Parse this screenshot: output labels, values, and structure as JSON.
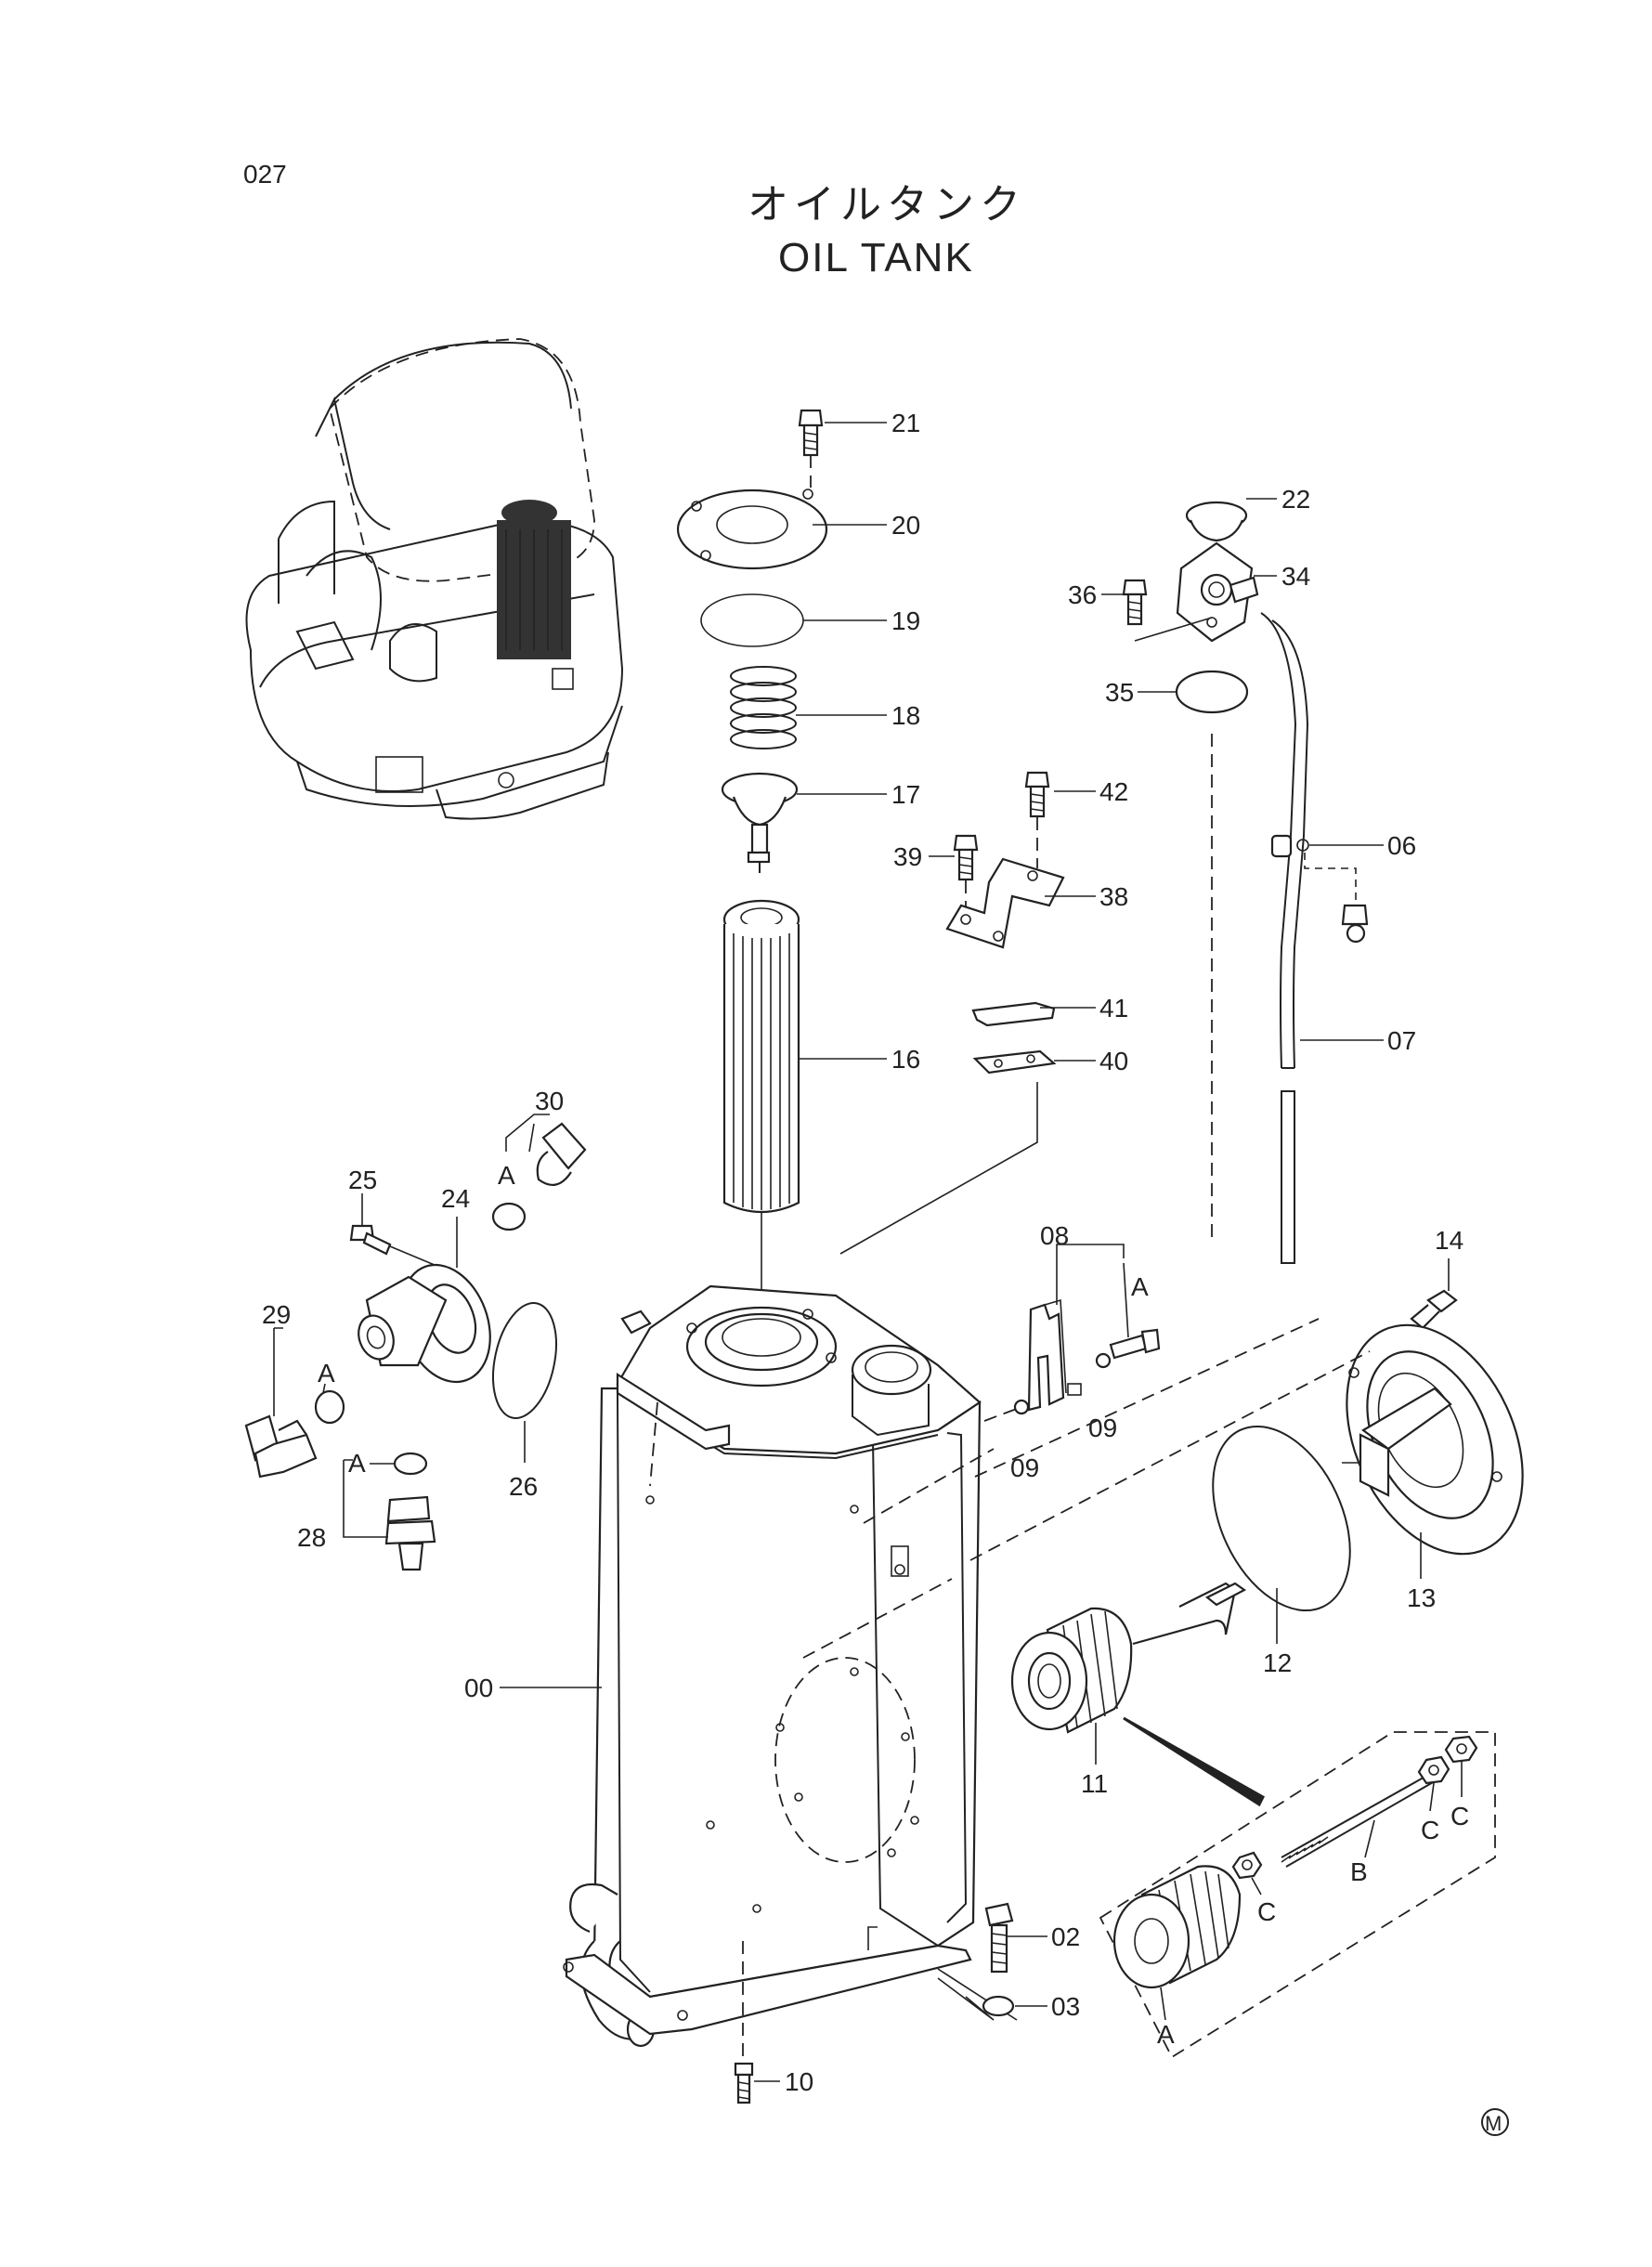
{
  "page": {
    "number": "027",
    "title_jp": "オイルタンク",
    "title_en": "OIL TANK",
    "mark": "M"
  },
  "labels": {
    "l00": "00",
    "l02": "02",
    "l03": "03",
    "l06": "06",
    "l07": "07",
    "l08": "08",
    "l09a": "09",
    "l09b": "09",
    "l10": "10",
    "l11": "11",
    "l12": "12",
    "l13": "13",
    "l14": "14",
    "l16": "16",
    "l17": "17",
    "l18": "18",
    "l19": "19",
    "l20": "20",
    "l21": "21",
    "l22": "22",
    "l24": "24",
    "l25": "25",
    "l26": "26",
    "l28": "28",
    "l29": "29",
    "l30": "30",
    "l34": "34",
    "l35": "35",
    "l36": "36",
    "l38": "38",
    "l39": "39",
    "l40": "40",
    "l41": "41",
    "l42": "42"
  },
  "letters": {
    "a30": "A",
    "a29": "A",
    "a28": "A",
    "a08": "A",
    "a_filter": "A",
    "b_rod": "B",
    "c1": "C",
    "c2": "C",
    "c3": "C"
  }
}
